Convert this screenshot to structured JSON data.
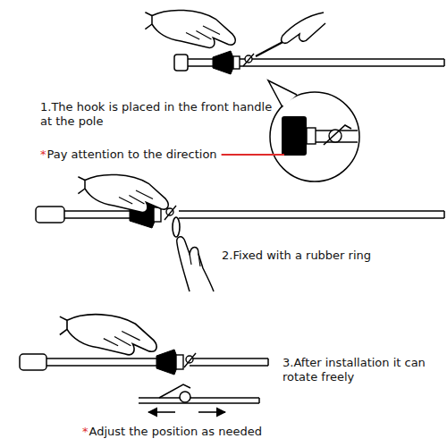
{
  "diagram": {
    "labels": [
      "1.The hook is placed in the front handle at the pole",
      "*",
      "Pay attention to the direction",
      "2.Fixed with a rubber ring",
      "3.After installation it can rotate freely",
      "*",
      "Adjust the position as needed"
    ]
  }
}
